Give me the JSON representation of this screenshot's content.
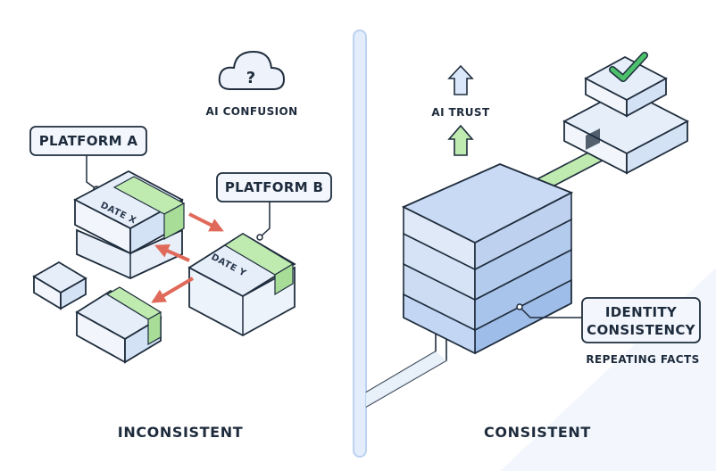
{
  "left": {
    "title": "INCONSISTENT",
    "ai_confusion": "AI CONFUSION",
    "cloud_symbol": "?",
    "platform_a": "PLATFORM A",
    "platform_b": "PLATFORM B",
    "date_x": "DATE X",
    "date_y": "DATE Y"
  },
  "right": {
    "title": "CONSISTENT",
    "ai_trust": "AI TRUST",
    "identity_line1": "IDENTITY",
    "identity_line2": "CONSISTENCY",
    "repeating_facts": "REPEATING FACTS"
  },
  "colors": {
    "outline": "#1f2d3d",
    "box_light": "#f2f6fc",
    "box_top": "#e6eefa",
    "box_side": "#cddcf2",
    "stack_top": "#c9daf5",
    "stack_side": "#9fbde9",
    "accent_green": "#bfeab0",
    "arrow_red": "#e06a5a",
    "arrow_blue": "#dbe8fb",
    "divider": "#bcd2f1",
    "check": "#4cc06a"
  }
}
